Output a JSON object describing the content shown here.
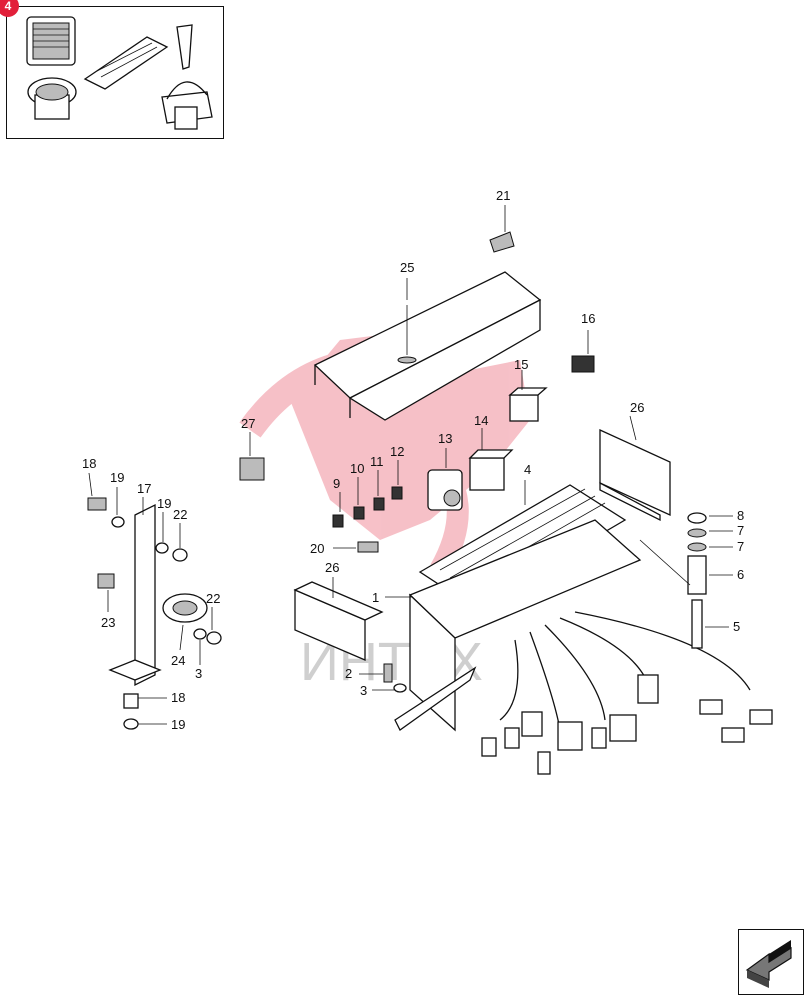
{
  "thumbnail": {
    "badge": "4"
  },
  "watermark": {
    "text": "ИНТЕХ",
    "color": "#e2203a"
  },
  "callouts": [
    {
      "n": "21"
    },
    {
      "n": "25"
    },
    {
      "n": "16"
    },
    {
      "n": "15"
    },
    {
      "n": "26"
    },
    {
      "n": "27"
    },
    {
      "n": "14"
    },
    {
      "n": "13"
    },
    {
      "n": "12"
    },
    {
      "n": "11"
    },
    {
      "n": "10"
    },
    {
      "n": "9"
    },
    {
      "n": "4"
    },
    {
      "n": "8"
    },
    {
      "n": "7"
    },
    {
      "n": "7"
    },
    {
      "n": "6"
    },
    {
      "n": "5"
    },
    {
      "n": "20"
    },
    {
      "n": "26"
    },
    {
      "n": "1"
    },
    {
      "n": "2"
    },
    {
      "n": "3"
    },
    {
      "n": "18"
    },
    {
      "n": "19"
    },
    {
      "n": "17"
    },
    {
      "n": "19"
    },
    {
      "n": "22"
    },
    {
      "n": "23"
    },
    {
      "n": "22"
    },
    {
      "n": "24"
    },
    {
      "n": "3"
    },
    {
      "n": "18"
    },
    {
      "n": "19"
    }
  ],
  "colors": {
    "line": "#111111",
    "watermark": "#e2203a",
    "badge": "#e2203a"
  },
  "nav": {
    "icon": "next-page-arrow-icon"
  }
}
